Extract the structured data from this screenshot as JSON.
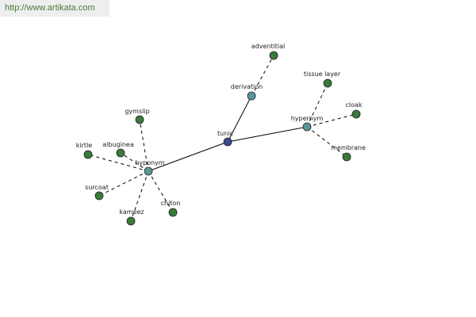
{
  "header": {
    "source_url": "http://www.artikata.com"
  },
  "colors": {
    "root_node": "#3b4a8c",
    "relation_node": "#5a9898",
    "leaf_node": "#3a7a3a",
    "edge": "#000000",
    "watermark_bg": "#eeeeee",
    "watermark_text": "#4a7a3a"
  },
  "graph": {
    "nodes": [
      {
        "id": "tunic",
        "label": "tunic",
        "kind": "root"
      },
      {
        "id": "derivation",
        "label": "derivation",
        "kind": "relation"
      },
      {
        "id": "hypernym",
        "label": "hypernym",
        "kind": "relation"
      },
      {
        "id": "hyponym",
        "label": "hyponym",
        "kind": "relation"
      },
      {
        "id": "adventitial",
        "label": "adventitial",
        "kind": "leaf"
      },
      {
        "id": "tissue-layer",
        "label": "tissue layer",
        "kind": "leaf"
      },
      {
        "id": "cloak",
        "label": "cloak",
        "kind": "leaf"
      },
      {
        "id": "membrane",
        "label": "membrane",
        "kind": "leaf"
      },
      {
        "id": "gymslip",
        "label": "gymslip",
        "kind": "leaf"
      },
      {
        "id": "kirtle",
        "label": "kirtle",
        "kind": "leaf"
      },
      {
        "id": "albuginea",
        "label": "albuginea",
        "kind": "leaf"
      },
      {
        "id": "surcoat",
        "label": "surcoat",
        "kind": "leaf"
      },
      {
        "id": "kameez",
        "label": "kameez",
        "kind": "leaf"
      },
      {
        "id": "chiton",
        "label": "chiton",
        "kind": "leaf"
      }
    ],
    "edges": [
      {
        "from": "tunic",
        "to": "derivation",
        "style": "solid"
      },
      {
        "from": "tunic",
        "to": "hypernym",
        "style": "solid"
      },
      {
        "from": "tunic",
        "to": "hyponym",
        "style": "solid"
      },
      {
        "from": "derivation",
        "to": "adventitial",
        "style": "dashed"
      },
      {
        "from": "hypernym",
        "to": "tissue-layer",
        "style": "dashed"
      },
      {
        "from": "hypernym",
        "to": "cloak",
        "style": "dashed"
      },
      {
        "from": "hypernym",
        "to": "membrane",
        "style": "dashed"
      },
      {
        "from": "hyponym",
        "to": "gymslip",
        "style": "dashed"
      },
      {
        "from": "hyponym",
        "to": "kirtle",
        "style": "dashed"
      },
      {
        "from": "hyponym",
        "to": "albuginea",
        "style": "dashed"
      },
      {
        "from": "hyponym",
        "to": "surcoat",
        "style": "dashed"
      },
      {
        "from": "hyponym",
        "to": "kameez",
        "style": "dashed"
      },
      {
        "from": "hyponym",
        "to": "chiton",
        "style": "dashed"
      }
    ]
  }
}
